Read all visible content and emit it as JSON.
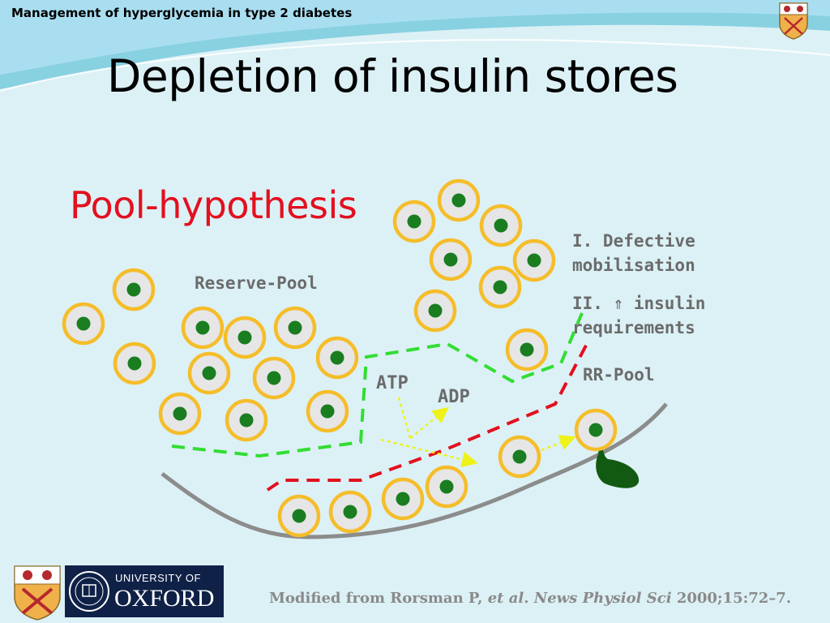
{
  "header": {
    "caption": "Management of hyperglycemia in type 2 diabetes"
  },
  "slide": {
    "title": "Depletion of insulin stores",
    "subtitle": "Pool-hypothesis"
  },
  "diagram": {
    "reserve_pool_label": "Reserve-Pool",
    "defect_1_line1": "I. Defective",
    "defect_1_line2": "mobilisation",
    "defect_2_line1": "II. ⇑ insulin",
    "defect_2_line2": "requirements",
    "rr_pool_label": "RR-Pool",
    "atp_label": "ATP",
    "adp_label": "ADP"
  },
  "footer": {
    "citation_lead": "Modified from Rorsman P, ",
    "citation_italic_1": "et al",
    "citation_mid": ". ",
    "citation_italic_2": "News Physiol Sci",
    "citation_tail": " 2000;15:72–7.",
    "logo_small": "UNIVERSITY OF",
    "logo_big": "OXFORD"
  },
  "colors": {
    "cell_ring": "#f5bd2a",
    "cell_fill": "#e6e6e6",
    "granule": "#1a7d20",
    "green_dash": "#33dd33",
    "red_dash": "#e3101e",
    "arrow_yellow": "#eef21a"
  }
}
